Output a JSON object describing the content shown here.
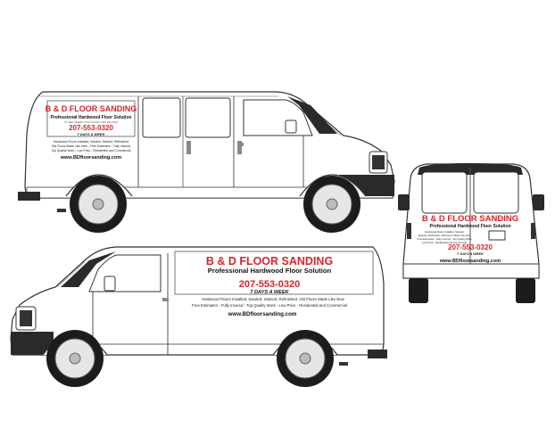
{
  "wrap": {
    "company": "B & D FLOOR SANDING",
    "tagline": "Professional Hardwood Floor Solution",
    "address": "23 HEEL STREET, SOUTH PORTLAND, ME 04106",
    "phone": "207-553-0320",
    "hours": "7 DAYS A WEEK",
    "services_line1": "Hardwood Floors Installed, Sanded, Stained, Refinished, Old Floors Made Like New",
    "services_line2": "Free Estimates - Fully Insured - Top Quality Work - Low Price - Residential and Commercial",
    "services_small_1": "Hardwood Floors Installed, Sanded, Stained, Refinished",
    "services_small_2": "Old Floors Made Like New - Free Estimates - Fully Insured",
    "services_small_3": "Top Quality Work - Low Price - Residential and Commercial",
    "rear_services_1": "Hardwood Floors Installed, Sanded",
    "rear_services_2": "Stained, Refinished, Old Floors Made Like New",
    "rear_services_3": "Free Estimates - Fully Insured - Top Quality Work",
    "rear_services_4": "Low Price - Residential and Commercial",
    "website": "www.BDfloorsanding.com"
  },
  "colors": {
    "accent_red": "#d9252a",
    "body_white": "#ffffff",
    "trim_black": "#1a1a1a"
  }
}
